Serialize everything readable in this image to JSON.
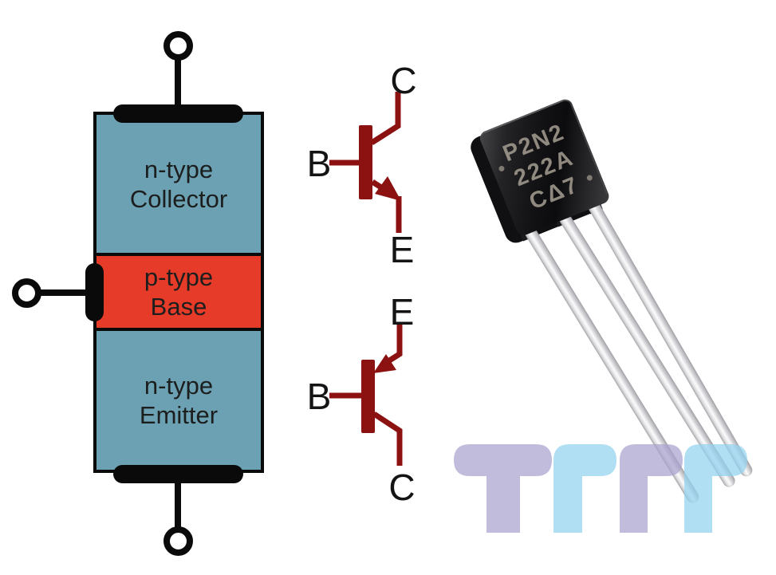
{
  "diagram": {
    "block": {
      "sections": [
        {
          "material": "n-type",
          "terminal": "Collector",
          "color": "#6ba1b2"
        },
        {
          "material": "p-type",
          "terminal": "Base",
          "color": "#e63b28"
        },
        {
          "material": "n-type",
          "terminal": "Emitter",
          "color": "#6ba1b2"
        }
      ]
    },
    "symbols": {
      "color": "#8c1212",
      "npn": {
        "top": "C",
        "left": "B",
        "bottom": "E"
      },
      "pnp": {
        "top": "E",
        "left": "B",
        "bottom": "C"
      }
    }
  },
  "photo": {
    "package_marking": [
      "P2N2",
      "222A",
      "CΔ7"
    ]
  },
  "watermark": {
    "colors": {
      "lavender": "#a9a2cf",
      "blue": "#92d2f0"
    }
  }
}
